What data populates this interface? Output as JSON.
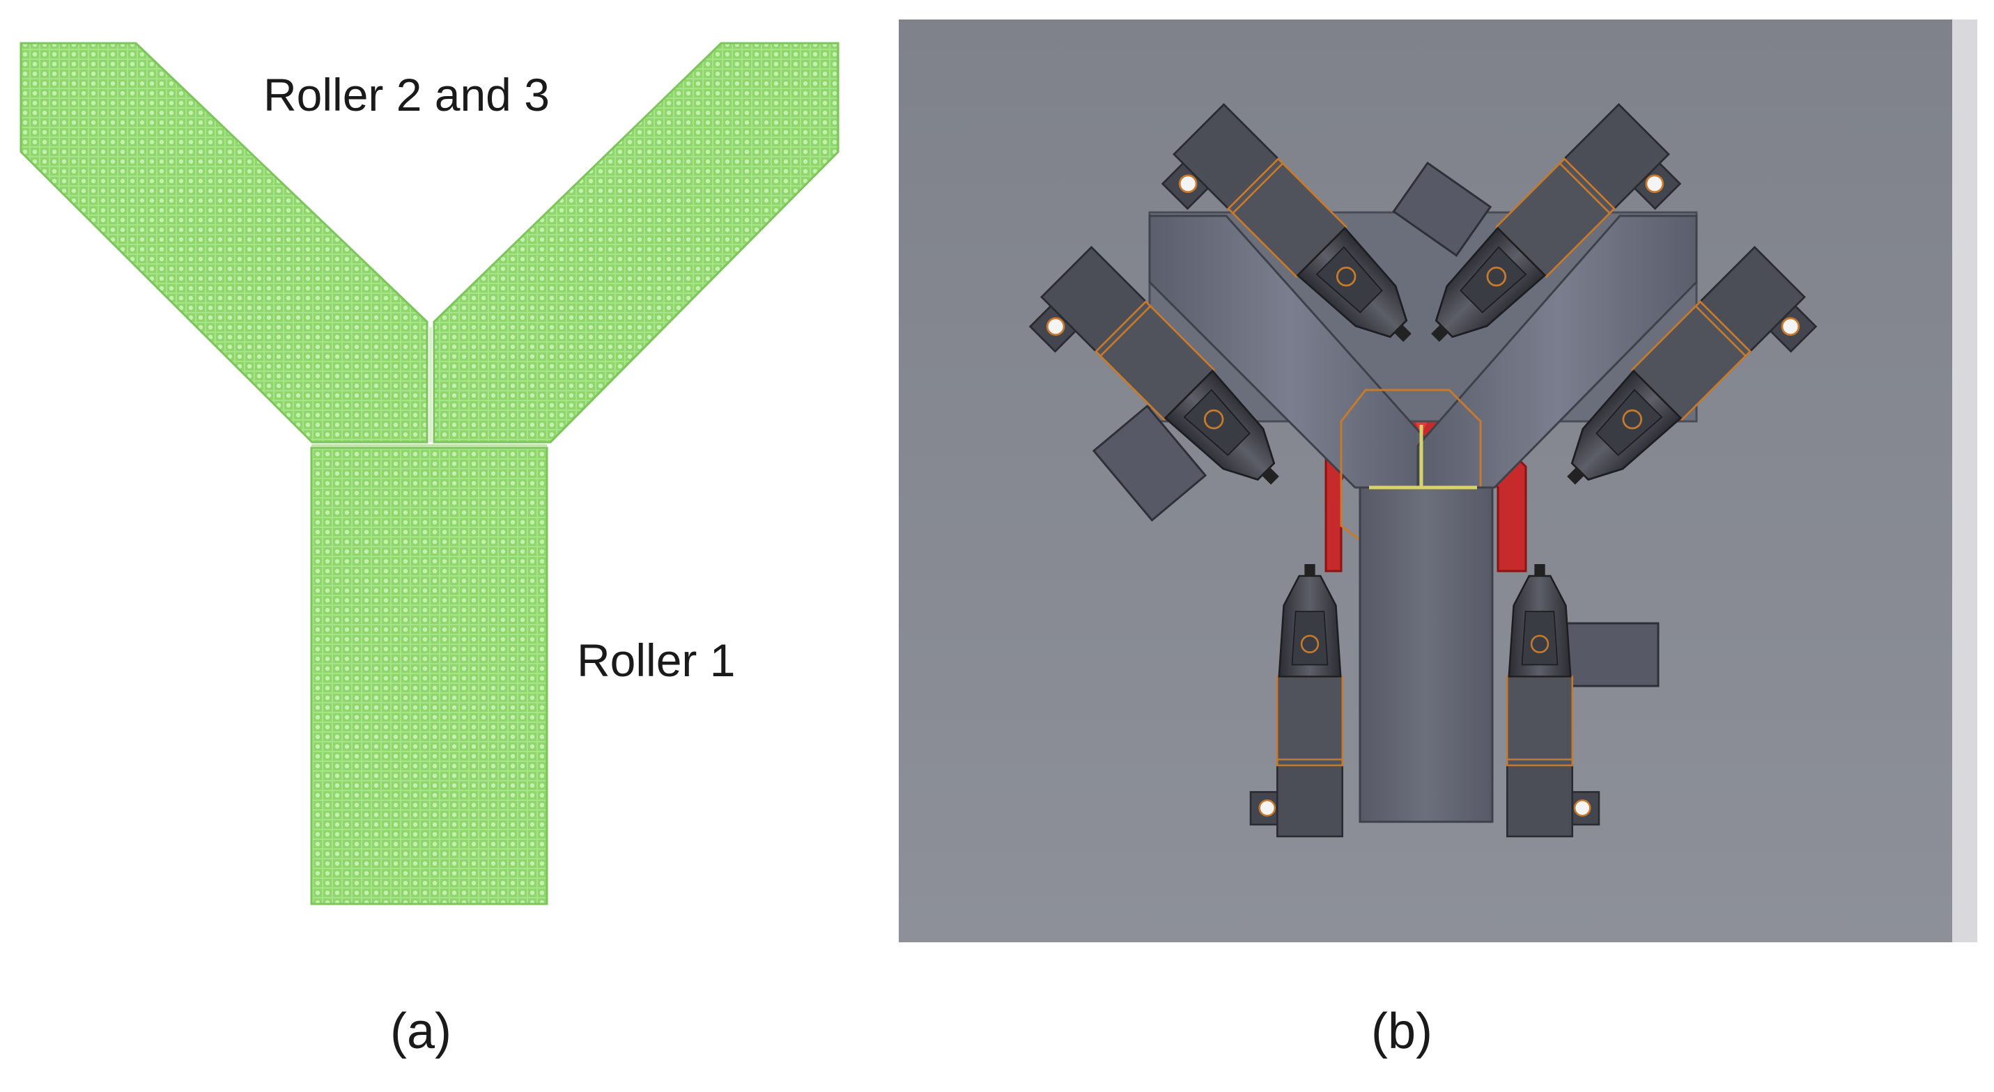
{
  "panel_a": {
    "roller_2_3_label": "Roller 2 and 3",
    "roller_1_label": "Roller 1",
    "caption": "(a)",
    "colors": {
      "mesh": "#8fd66b",
      "mesh_dots": "#b6eba0"
    }
  },
  "panel_b": {
    "caption": "(b)",
    "colors": {
      "background": "#878a93",
      "body": "#4b4d57",
      "edge": "#c77a2b",
      "cradle": "#c62a2a"
    }
  }
}
